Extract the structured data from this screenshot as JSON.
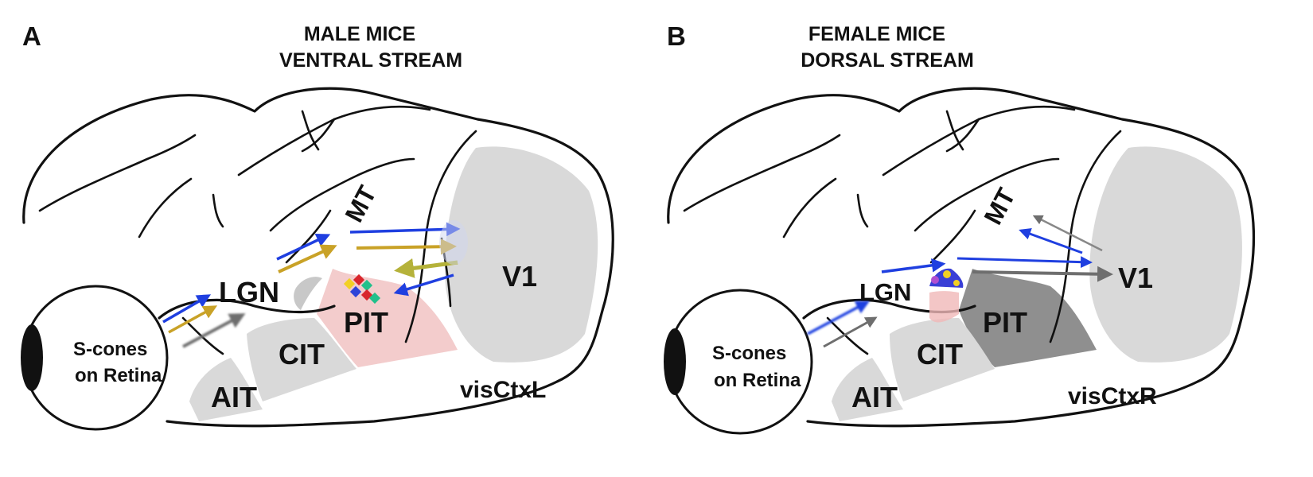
{
  "panels": [
    {
      "letter": "A",
      "title_line1": "MALE  MICE",
      "title_line2": "VENTRAL STREAM",
      "labels": {
        "mt": "MT",
        "lgn": "LGN",
        "v1": "V1",
        "pit": "PIT",
        "cit": "CIT",
        "ait": "AIT",
        "cortex": "visCtxL",
        "retina_line1": "S-cones",
        "retina_line2": "on Retina"
      },
      "colors": {
        "pit": "#f3cccc",
        "arrow_blue": "#1f3fe0",
        "arrow_gold": "#c9a227",
        "arrow_olive": "#b5b23a",
        "arrow_grey": "#6e6e6e"
      }
    },
    {
      "letter": "B",
      "title_line1": "FEMALE  MICE",
      "title_line2": "DORSAL STREAM",
      "labels": {
        "mt": "MT",
        "lgn": "LGN",
        "v1": "V1",
        "pit": "PIT",
        "cit": "CIT",
        "ait": "AIT",
        "cortex": "visCtxR",
        "retina_line1": "S-cones",
        "retina_line2": "on Retina"
      },
      "colors": {
        "pit": "#8f8f8f",
        "arrow_blue": "#1f3fe0",
        "arrow_grey": "#6e6e6e"
      }
    }
  ]
}
